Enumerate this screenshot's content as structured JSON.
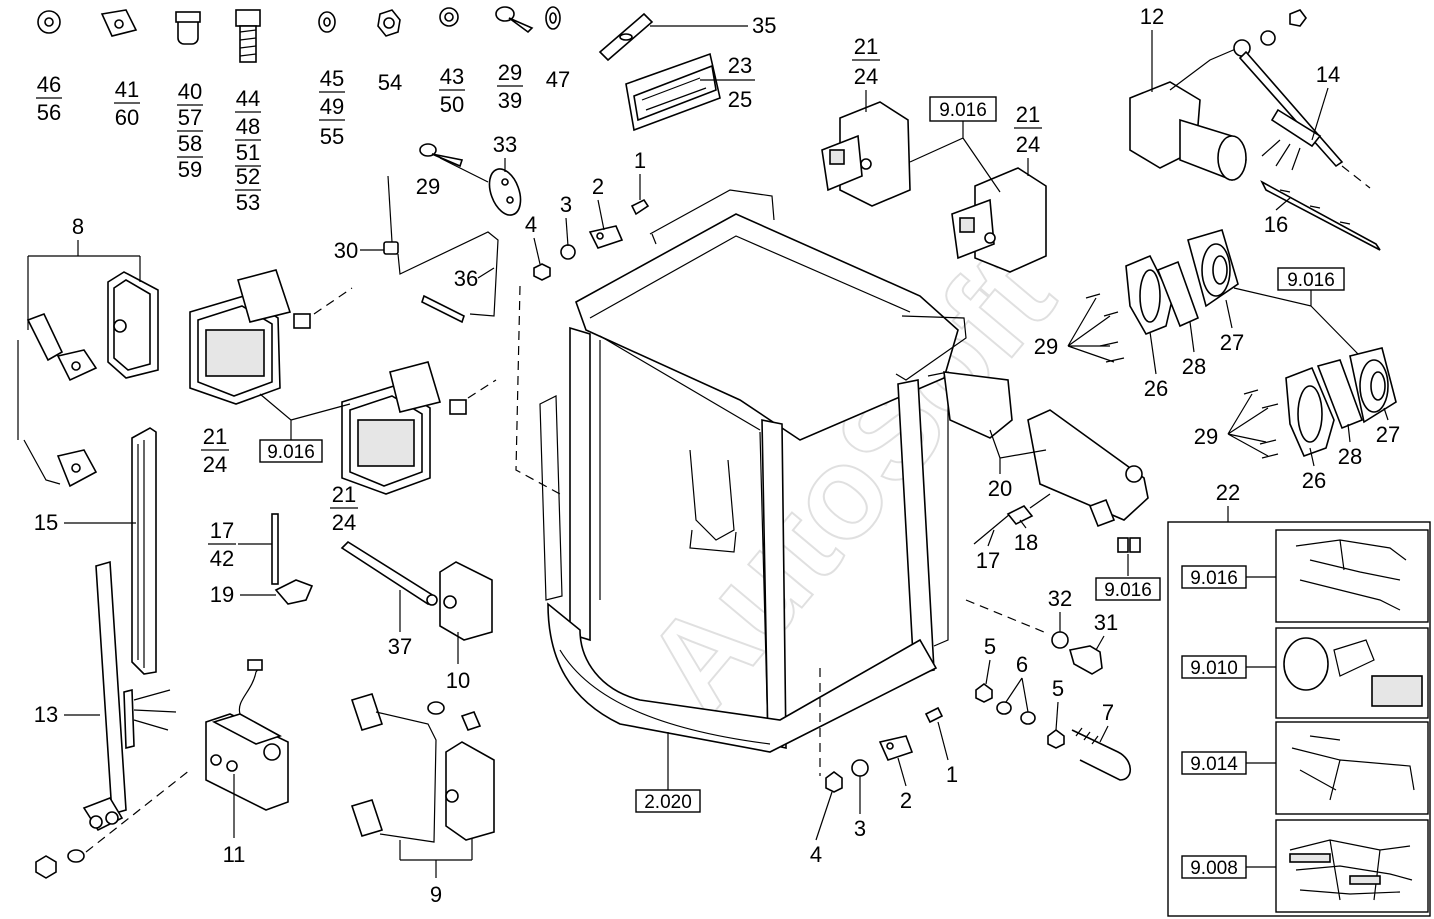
{
  "watermark": "AutoSoft",
  "hardware_callouts": [
    {
      "id": "washer-46-56",
      "lines": [
        "46",
        "56"
      ]
    },
    {
      "id": "nut-41-60",
      "lines": [
        "41",
        "60"
      ]
    },
    {
      "id": "nut-40-59",
      "lines": [
        "40",
        "57",
        "58",
        "59"
      ]
    },
    {
      "id": "bolt-44-53",
      "lines": [
        "44",
        "48",
        "51",
        "52",
        "53"
      ]
    },
    {
      "id": "washer-45-55",
      "lines": [
        "45",
        "49",
        "55"
      ]
    },
    {
      "id": "nut-54",
      "lines": [
        "54"
      ]
    },
    {
      "id": "lockwasher-43-50",
      "lines": [
        "43",
        "50"
      ]
    },
    {
      "id": "screw-29-39",
      "lines": [
        "29",
        "39"
      ]
    },
    {
      "id": "lockwasher-47",
      "lines": [
        "47"
      ]
    }
  ],
  "callouts": {
    "c35": "35",
    "c23": "23",
    "c25": "25",
    "c12": "12",
    "c14": "14",
    "c16": "16",
    "c21a": "21",
    "c24a": "24",
    "c21b": "21",
    "c24b": "24",
    "c29a": "29",
    "c33": "33",
    "c1a": "1",
    "c2a": "2",
    "c3a": "3",
    "c4a": "4",
    "c30": "30",
    "c36": "36",
    "c8": "8",
    "c21c": "21",
    "c24c": "24",
    "c21d": "21",
    "c24d": "24",
    "c15": "15",
    "c17": "17",
    "c42": "42",
    "c19": "19",
    "c37": "37",
    "c10": "10",
    "c13": "13",
    "c11": "11",
    "c9": "9",
    "c29b": "29",
    "c26a": "26",
    "c28a": "28",
    "c27a": "27",
    "c29c": "29",
    "c26b": "26",
    "c28b": "28",
    "c27b": "27",
    "c20": "20",
    "c17b": "17",
    "c18": "18",
    "c22": "22",
    "c32": "32",
    "c31": "31",
    "c5a": "5",
    "c6": "6",
    "c5b": "5",
    "c7": "7",
    "c1b": "1",
    "c2b": "2",
    "c3b": "3",
    "c4b": "4"
  },
  "reference_boxes": {
    "ref_lights_left": "9.016",
    "ref_lights_top": "9.016",
    "ref_speakers": "9.016",
    "ref_switch": "9.016",
    "ref_frame": "2.020"
  },
  "harness_panel": {
    "label": "22",
    "items": [
      {
        "ref": "9.016",
        "icon": "wiring-harness-icon"
      },
      {
        "ref": "9.010",
        "icon": "instrument-cluster-icon"
      },
      {
        "ref": "9.014",
        "icon": "wiring-harness-icon"
      },
      {
        "ref": "9.008",
        "icon": "main-harness-icon"
      }
    ]
  }
}
